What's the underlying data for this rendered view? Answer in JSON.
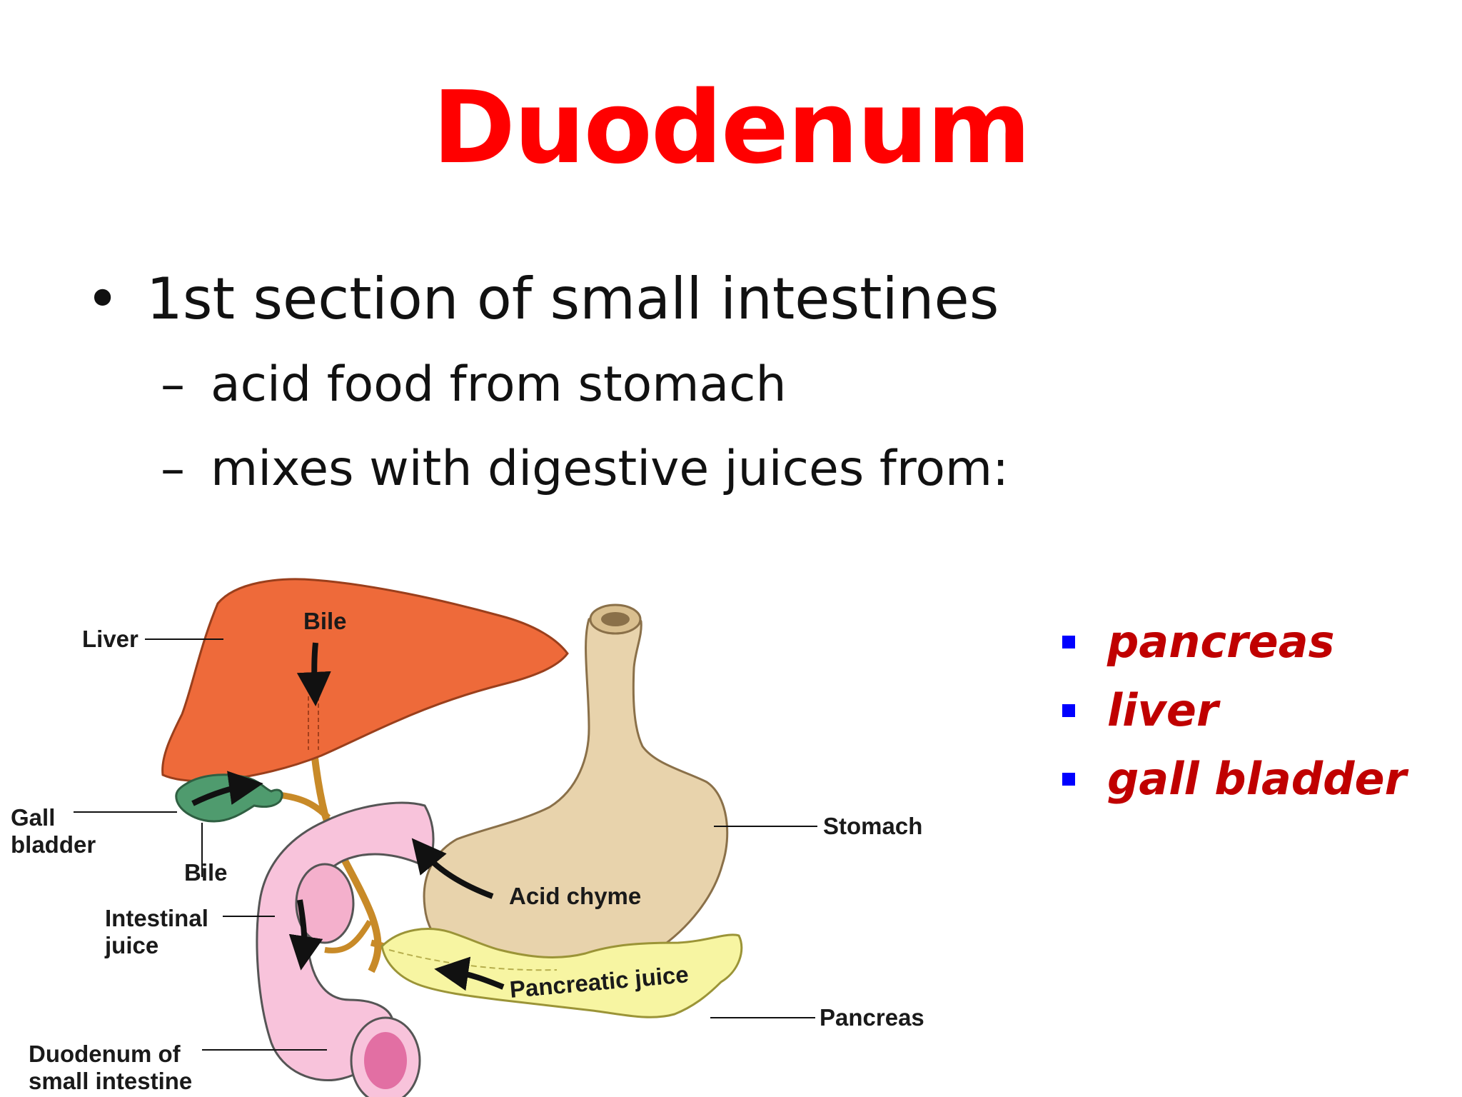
{
  "slide": {
    "title": "Duodenum",
    "colors": {
      "title": "#ff0000",
      "organ_text": "#c00000",
      "organ_bullet": "#0000ff",
      "body_text": "#111111"
    }
  },
  "bullets": {
    "main": {
      "marker": "•",
      "text": "1st section of small intestines"
    },
    "sub": [
      {
        "marker": "–",
        "text": "acid food from stomach"
      },
      {
        "marker": "–",
        "text": "mixes with digestive juices from:"
      }
    ]
  },
  "organs": [
    {
      "text": "pancreas"
    },
    {
      "text": "liver"
    },
    {
      "text": "gall bladder"
    }
  ],
  "diagram": {
    "labels": {
      "liver": "Liver",
      "bile_top": "Bile",
      "gall": "Gall",
      "bladder": "bladder",
      "bile_bottom": "Bile",
      "intestinal": "Intestinal",
      "juice": "juice",
      "duodenum_of": "Duodenum of",
      "small_intestine": "small intestine",
      "stomach": "Stomach",
      "acid_chyme": "Acid chyme",
      "pancreatic_juice": "Pancreatic juice",
      "pancreas": "Pancreas"
    },
    "colors": {
      "liver": "#ee6a3a",
      "gallbladder": "#4f9b6e",
      "stomach": "#e8d3ac",
      "duodenum": "#f8c3db",
      "pancreas": "#f7f5a2",
      "duct": "#c88a28"
    }
  }
}
